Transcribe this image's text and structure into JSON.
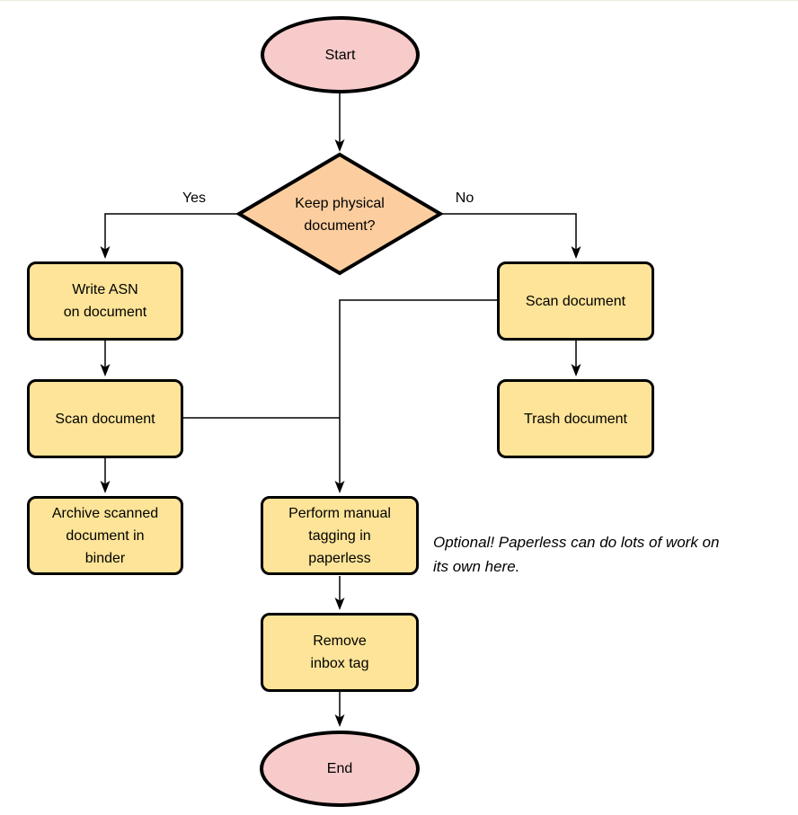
{
  "colors": {
    "terminal-fill": "#f8cbcb",
    "decision-fill": "#fcce9f",
    "process-fill": "#fde498",
    "line": "#000000"
  },
  "diagram": {
    "nodes": {
      "start": {
        "label": "Start",
        "type": "terminal"
      },
      "decision": {
        "label": "Keep physical\ndocument?",
        "type": "decision"
      },
      "write_asn": {
        "label": "Write ASN\non document",
        "type": "process"
      },
      "scan_left": {
        "label": "Scan document",
        "type": "process"
      },
      "archive": {
        "label": "Archive scanned\ndocument in\nbinder",
        "type": "process"
      },
      "scan_right": {
        "label": "Scan document",
        "type": "process"
      },
      "trash": {
        "label": "Trash document",
        "type": "process"
      },
      "tagging": {
        "label": "Perform manual\ntagging in\npaperless",
        "type": "process"
      },
      "remove_inbox": {
        "label": "Remove\ninbox tag",
        "type": "process"
      },
      "end": {
        "label": "End",
        "type": "terminal"
      }
    },
    "edge_labels": {
      "yes": "Yes",
      "no": "No"
    },
    "edges": [
      {
        "from": "start",
        "to": "decision"
      },
      {
        "from": "decision",
        "to": "write_asn",
        "label": "Yes"
      },
      {
        "from": "decision",
        "to": "scan_right",
        "label": "No"
      },
      {
        "from": "write_asn",
        "to": "scan_left"
      },
      {
        "from": "scan_left",
        "to": "archive"
      },
      {
        "from": "scan_right",
        "to": "trash"
      },
      {
        "from": "scan_right",
        "to": "tagging"
      },
      {
        "from": "scan_left",
        "to": "tagging"
      },
      {
        "from": "tagging",
        "to": "remove_inbox"
      },
      {
        "from": "remove_inbox",
        "to": "end"
      }
    ],
    "note": "Optional! Paperless can do lots of work on\nits own here."
  }
}
